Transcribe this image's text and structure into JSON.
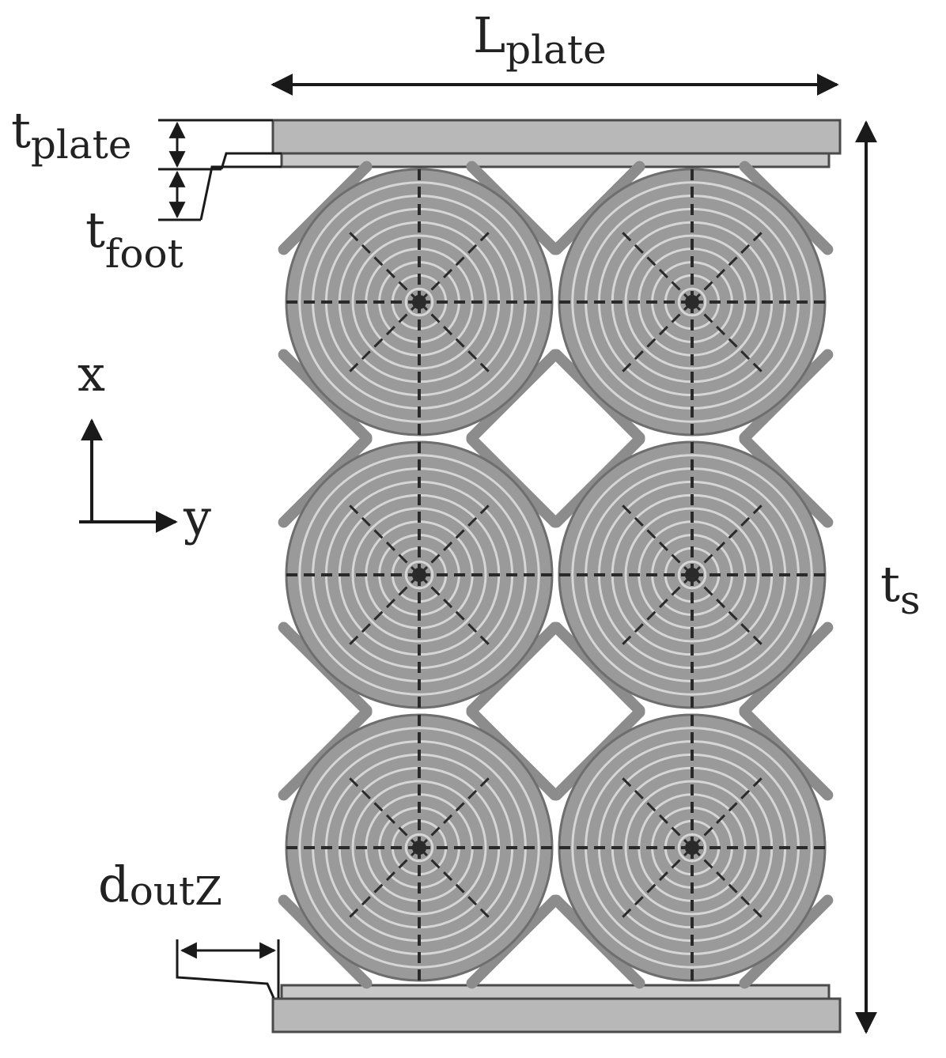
{
  "labels": {
    "L_plate": {
      "base": "L",
      "sub": "plate"
    },
    "t_plate": {
      "base": "t",
      "sub": "plate"
    },
    "t_foot": {
      "base": "t",
      "sub": "foot"
    },
    "t_s": {
      "base": "t",
      "sub": "s"
    },
    "d_outZ": {
      "base": "d",
      "sub": "outZ"
    },
    "axis_x": "x",
    "axis_y": "y"
  },
  "structure": {
    "rows": 3,
    "columns": 2,
    "rings_per_cell": 9
  },
  "colors": {
    "plate_fill": "#b8b8b8",
    "plate_stroke": "#4a4a4a",
    "cell_fill": "#9a9a9a",
    "ring_gap": "#d6d6d6",
    "line": "#1a1a1a"
  }
}
